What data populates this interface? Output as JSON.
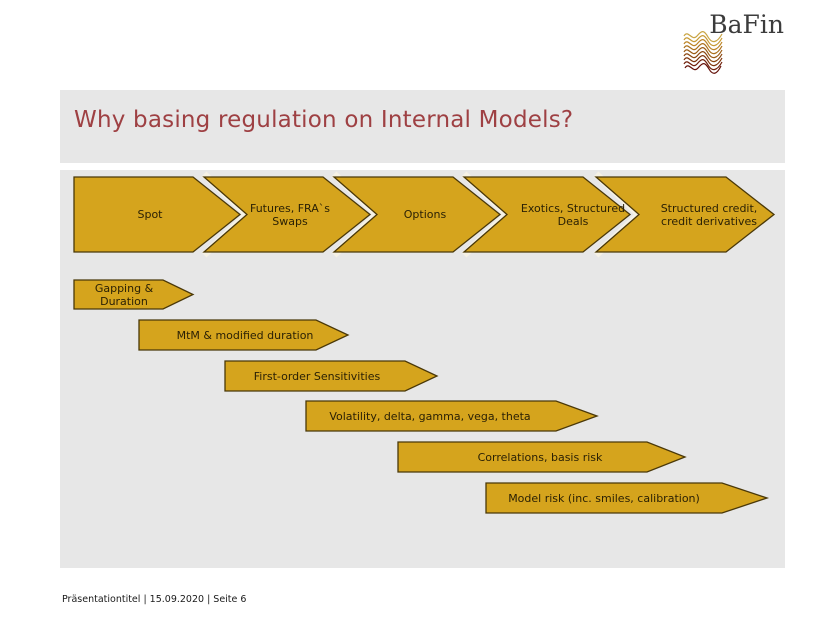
{
  "slide": {
    "logo_text": "BaFin",
    "title": "Why basing regulation on Internal Models?",
    "footer": "Präsentationtitel | 15.09.2020 | Seite 6"
  },
  "diagram": {
    "instrument_chevrons": [
      {
        "label": "Spot"
      },
      {
        "label": "Futures, FRA`s\nSwaps"
      },
      {
        "label": "Options"
      },
      {
        "label": "Exotics, Structured\nDeals"
      },
      {
        "label": "Structured credit,\ncredit derivatives"
      }
    ],
    "risk_arrows": [
      {
        "label": "Gapping &\nDuration"
      },
      {
        "label": "MtM & modified duration"
      },
      {
        "label": "First-order Sensitivities"
      },
      {
        "label": "Volatility, delta, gamma, vega, theta"
      },
      {
        "label": "Correlations, basis risk"
      },
      {
        "label": "Model risk (inc. smiles, calibration)"
      }
    ],
    "colors": {
      "arrow_fill": "#d5a41d",
      "arrow_outline": "#4a3808",
      "chevron_gap": "#f6f2e6",
      "panel_background": "#e7e7e7",
      "title_color": "#9e4043",
      "label_color": "#2b2105"
    }
  }
}
